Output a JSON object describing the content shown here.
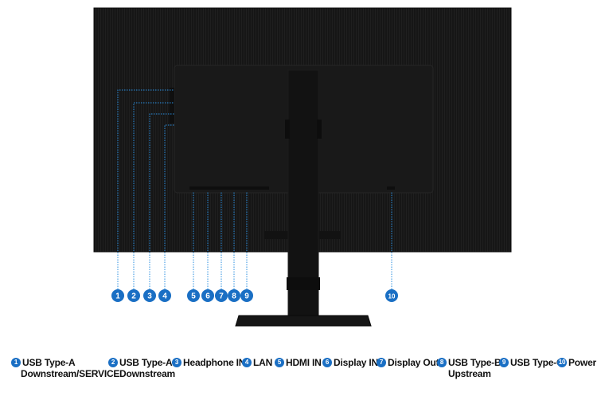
{
  "callouts": [
    {
      "number": "1",
      "label": [
        "USB Type-A",
        "Downstream/SERVICE"
      ]
    },
    {
      "number": "2",
      "label": [
        "USB Type-A",
        "Downstream"
      ]
    },
    {
      "number": "3",
      "label": [
        "Headphone IN"
      ]
    },
    {
      "number": "4",
      "label": [
        "LAN"
      ]
    },
    {
      "number": "5",
      "label": [
        "HDMI IN"
      ]
    },
    {
      "number": "6",
      "label": [
        "Display IN"
      ]
    },
    {
      "number": "7",
      "label": [
        "Display Out"
      ]
    },
    {
      "number": "8",
      "label": [
        "USB Type-B",
        "Upstream"
      ]
    },
    {
      "number": "9",
      "label": [
        "USB Type-C"
      ]
    },
    {
      "number": "10",
      "label": [
        "Power"
      ]
    }
  ],
  "colors": {
    "monitor_body": "#151515",
    "stand": "#111111",
    "callout_blue": "#1a6fc4",
    "callout_line": "#2a8fe0"
  }
}
